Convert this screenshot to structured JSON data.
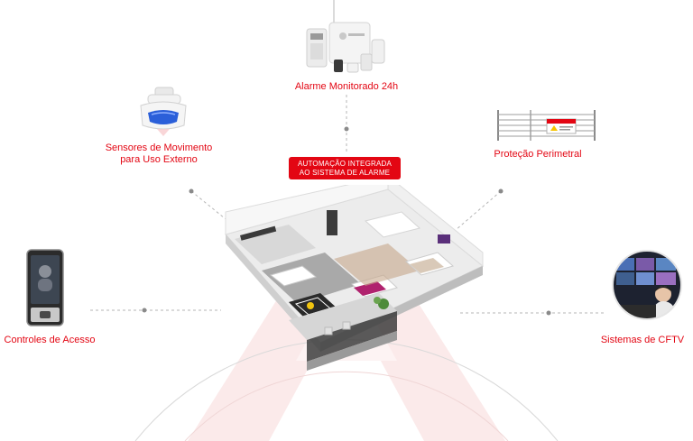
{
  "center_badge": {
    "line1": "AUTOMAÇÃO INTEGRADA",
    "line2": "AO SISTEMA DE ALARME"
  },
  "nodes": {
    "alarm": {
      "label": "Alarme Monitorado 24h"
    },
    "motion": {
      "line1": "Sensores de Movimento",
      "line2": "para Uso Externo"
    },
    "perimeter": {
      "label": "Proteção Perimetral"
    },
    "access": {
      "label": "Controles de Acesso"
    },
    "cctv": {
      "label": "Sistemas de CFTV"
    }
  },
  "colors": {
    "accent": "#e30613",
    "arc": "#d9d9d9",
    "connector": "#b5b5b5",
    "watermark": "#fbeaea"
  }
}
